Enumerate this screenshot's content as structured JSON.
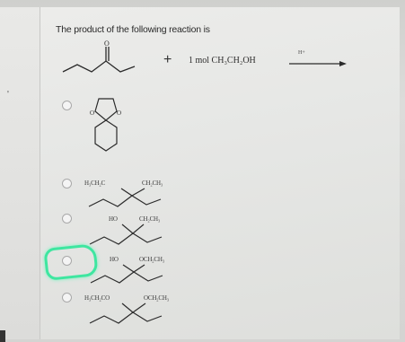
{
  "question": {
    "text": "The product of the following reaction is",
    "reagent": "1 mol CH₃CH₂OH",
    "catalyst": "H+",
    "plus": "+"
  },
  "options": [
    {
      "id": "a",
      "selected": false,
      "labels": []
    },
    {
      "id": "b",
      "selected": false,
      "labels": [
        "H₃CH₂C",
        "CH₂CH₃"
      ]
    },
    {
      "id": "c",
      "selected": false,
      "labels": [
        "HO",
        "CH₂CH₃"
      ]
    },
    {
      "id": "d",
      "selected": true,
      "labels": [
        "HO",
        "OCH₂CH₃"
      ]
    },
    {
      "id": "e",
      "selected": false,
      "labels": [
        "H₃CH₂CO",
        "OCH₂CH₃"
      ]
    }
  ],
  "colors": {
    "highlight": "#3ee6a0",
    "ink": "#2a2a2a"
  }
}
